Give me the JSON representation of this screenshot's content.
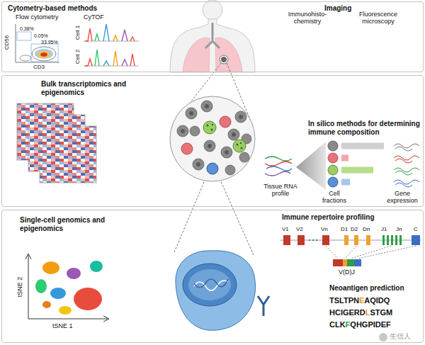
{
  "diagram": {
    "nodes": [
      {
        "text": [
          "Cytometry-based methods",
          "Imaging"
        ]
      },
      {
        "text": [
          "Bulk transcriptomics and epigenomics",
          "In silico methods for determining immune composition"
        ]
      },
      {
        "text": [
          "Single-cell genomics and epigenomics",
          "Immune repertoire profiling",
          "Neoantigen prediction"
        ]
      }
    ],
    "labels": [
      "0.38%",
      "0.05%",
      "33.95%",
      "CD56",
      "CD3",
      "Flow cytometry",
      "CyTOF",
      "Cell 1",
      "Cell 2",
      "Immunohisto- chemistry",
      "Fluorescence microscopy",
      "Tissue RNA profile",
      "Cell fractions",
      "Gene expression",
      "tSNE 2",
      "tSNE 1",
      "V1",
      "V2",
      "Vn",
      "D1",
      "D2",
      "Dn",
      "J1",
      "Jn",
      "C",
      "V(D)J",
      "TSLTPNEAQIDQ",
      "HCIGERDLSTGM",
      "CLKFQHGPIDEF",
      "生信人"
    ]
  }
}
